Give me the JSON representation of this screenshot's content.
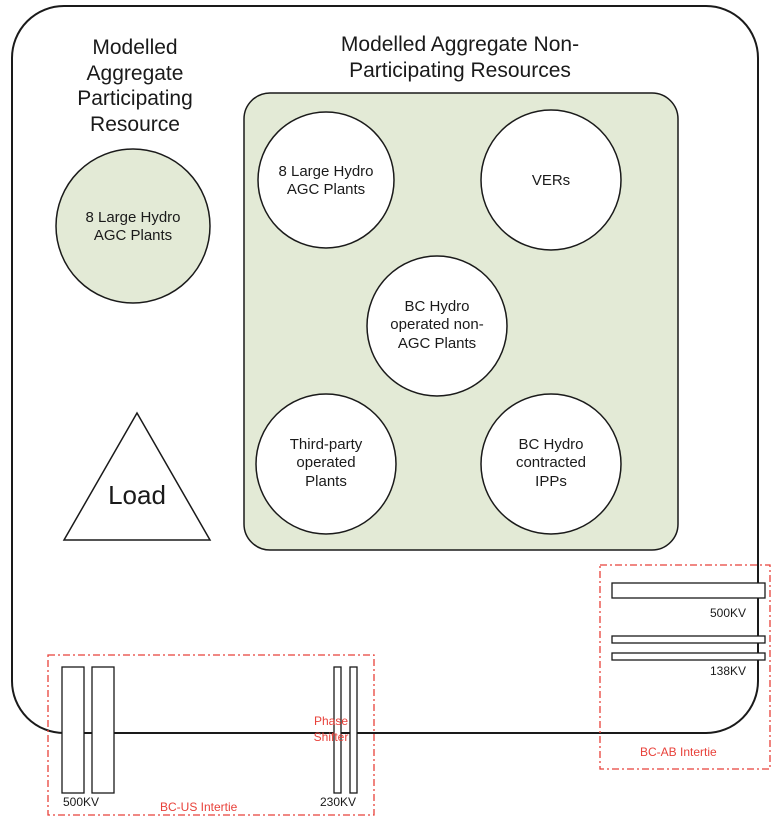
{
  "participating": {
    "title_lines": [
      "Modelled",
      "Aggregate",
      "Participating",
      "Resource"
    ],
    "circle_lines": [
      "8 Large Hydro",
      "AGC Plants"
    ]
  },
  "non_participating": {
    "title_lines": [
      "Modelled Aggregate Non-",
      "Participating Resources"
    ],
    "circles": [
      {
        "lines": [
          "8 Large Hydro",
          "AGC Plants"
        ]
      },
      {
        "lines": [
          "VERs"
        ]
      },
      {
        "lines": [
          "BC Hydro",
          "operated non-",
          "AGC Plants"
        ]
      },
      {
        "lines": [
          "Third-party",
          "operated",
          "Plants"
        ]
      },
      {
        "lines": [
          "BC Hydro",
          "contracted",
          "IPPs"
        ]
      }
    ]
  },
  "load_label": "Load",
  "bc_us": {
    "label": "BC-US Intertie",
    "kv_left": "500KV",
    "kv_right": "230KV",
    "phase_shifter_lines": [
      "Phase",
      "Shifter"
    ]
  },
  "bc_ab": {
    "label": "BC-AB Intertie",
    "kv_top": "500KV",
    "kv_bottom": "138KV"
  },
  "colors": {
    "green_fill": "#e3ead6",
    "outline": "#1a1a1a",
    "intertie_red": "#e8413a"
  }
}
